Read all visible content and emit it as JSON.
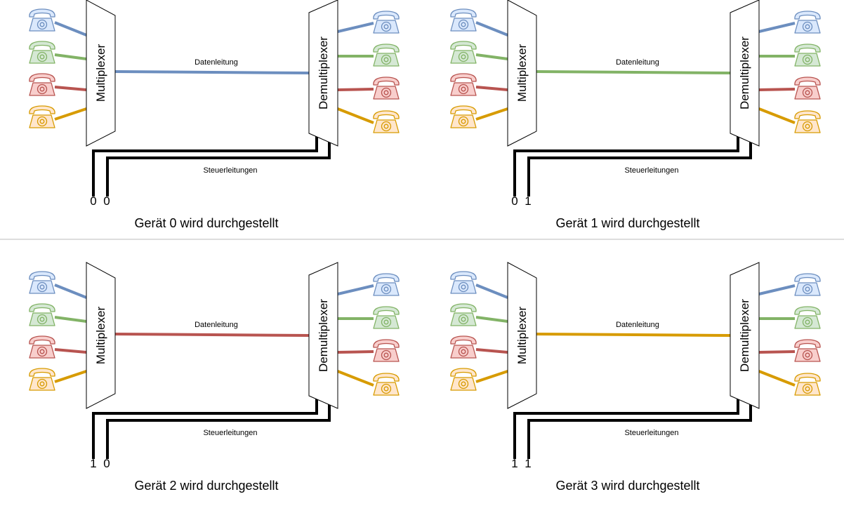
{
  "labels": {
    "multiplexer": "Multiplexer",
    "demultiplexer": "Demultiplexer",
    "data_line": "Datenleitung",
    "control_lines": "Steuerleitungen"
  },
  "colors": {
    "device_0": {
      "stroke": "#6c8ebf",
      "fill": "#dae8fc"
    },
    "device_1": {
      "stroke": "#82b366",
      "fill": "#d5e8d4"
    },
    "device_2": {
      "stroke": "#b85450",
      "fill": "#f8cecc"
    },
    "device_3": {
      "stroke": "#d79b00",
      "fill": "#ffe6cc"
    },
    "control": "#000000",
    "separator": "#bbbbbb"
  },
  "panels": [
    {
      "id": "panel-0",
      "bits": [
        "0",
        "0"
      ],
      "selected_device": 0,
      "caption": "Gerät 0 wird durchgestellt"
    },
    {
      "id": "panel-1",
      "bits": [
        "0",
        "1"
      ],
      "selected_device": 1,
      "caption": "Gerät 1 wird durchgestellt"
    },
    {
      "id": "panel-2",
      "bits": [
        "1",
        "0"
      ],
      "selected_device": 2,
      "caption": "Gerät 2 wird durchgestellt"
    },
    {
      "id": "panel-3",
      "bits": [
        "1",
        "1"
      ],
      "selected_device": 3,
      "caption": "Gerät 3 wird durchgestellt"
    }
  ]
}
